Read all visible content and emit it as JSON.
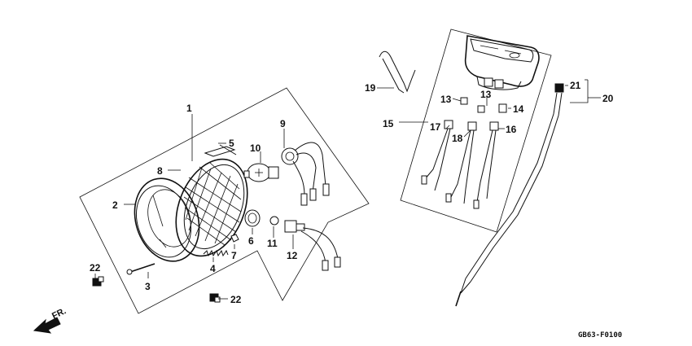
{
  "callouts": {
    "c1": "1",
    "c2": "2",
    "c3": "3",
    "c4": "4",
    "c5": "5",
    "c6": "6",
    "c7": "7",
    "c8": "8",
    "c9": "9",
    "c10": "10",
    "c11": "11",
    "c12": "12",
    "c13a": "13",
    "c13b": "13",
    "c14": "14",
    "c15": "15",
    "c16": "16",
    "c17": "17",
    "c18": "18",
    "c19": "19",
    "c20": "20",
    "c21": "21",
    "c22a": "22",
    "c22b": "22"
  },
  "direction_label": "FR.",
  "diagram_code": "GB63-F0100"
}
